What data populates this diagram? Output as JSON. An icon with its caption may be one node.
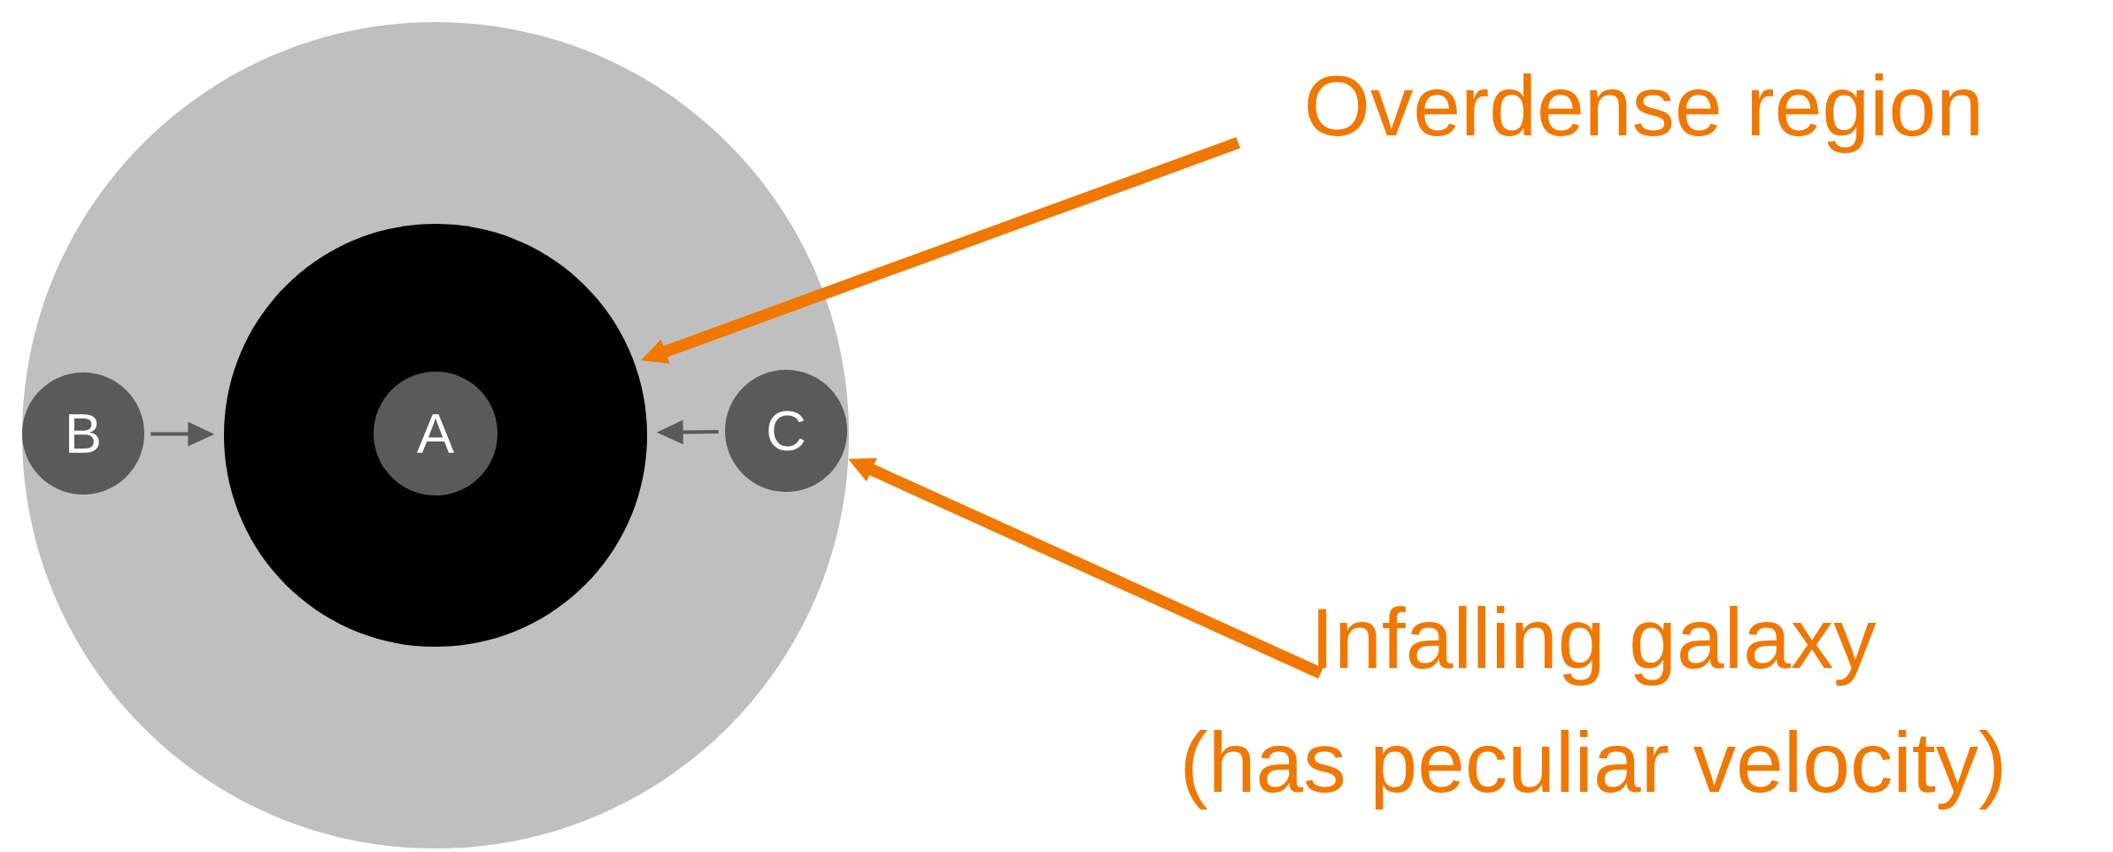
{
  "diagram": {
    "nodes": [
      {
        "text": [],
        "shape": "circle"
      },
      {
        "text": [],
        "shape": "circle",
        "in": 0
      },
      {
        "text": [
          "A"
        ],
        "in": 1
      },
      {
        "text": [
          "B"
        ],
        "in": 0
      },
      {
        "text": [
          "C"
        ],
        "in": 0
      },
      {
        "text": [
          "Overdense region"
        ]
      },
      {
        "text": [
          "Infalling galaxy",
          "(has peculiar velocity)"
        ]
      }
    ],
    "edges": [
      {
        "from": 3,
        "to": 1,
        "arrow": "to",
        "color": "#5a5a5a"
      },
      {
        "from": 4,
        "to": 1,
        "arrow": "to",
        "color": "#5a5a5a"
      },
      {
        "from": 5,
        "to": 1,
        "arrow": "to",
        "color": "#f07800",
        "style": "thick"
      },
      {
        "from": 6,
        "to": 4,
        "arrow": "to",
        "color": "#f07800",
        "style": "thick"
      }
    ]
  }
}
